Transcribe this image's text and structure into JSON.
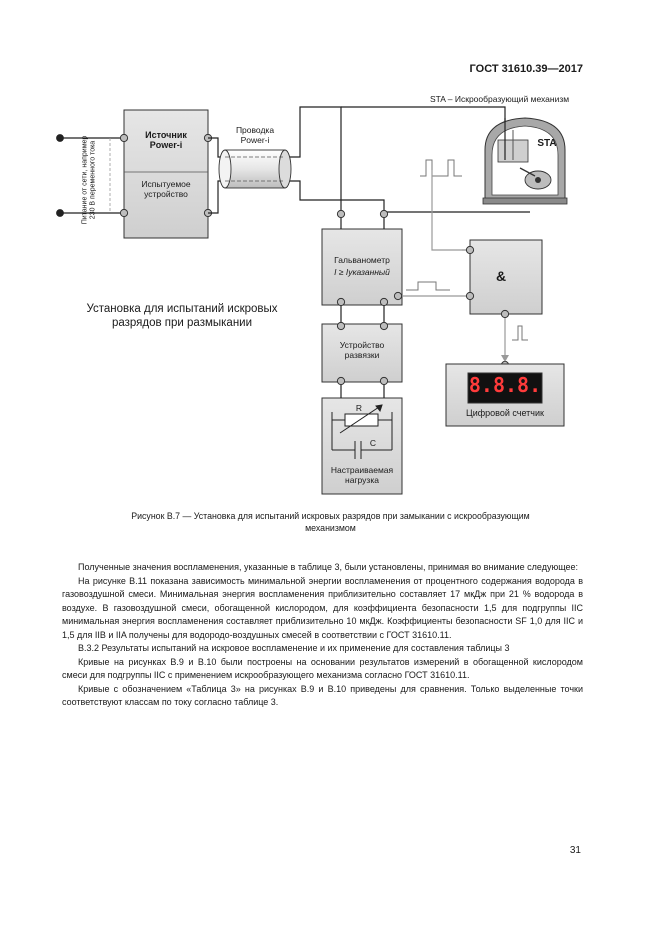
{
  "header": {
    "standard": "ГОСТ 31610.39—2017"
  },
  "diagram": {
    "power_source": "Источник Power-i",
    "device_under_test": "Испытуемое устройство",
    "supply_note": "Питание от сети, например 230 В переменного тока",
    "wiring": "Проводка Power-i",
    "sta_legend": "STA – Искрообразующий механизм",
    "sta_label": "STA",
    "galvanometer": "Гальванометр",
    "galvanometer_formula": "I ≥ Iуказанный",
    "and_gate": "&",
    "decoupling": "Устройство развязки",
    "counter_display": "8.8.8.",
    "counter_label": "Цифровой счетчик",
    "resistor_label": "R",
    "capacitor_label": "C",
    "adjustable_load": "Настраиваемая нагрузка",
    "setup_title": "Установка для испытаний искровых разрядов при размыкании"
  },
  "figure_caption": "Рисунок В.7 — Установка для испытаний искровых разрядов при замыкании с искрообразующим механизмом",
  "paragraphs": [
    "Полученные значения воспламенения, указанные в таблице 3, были установлены, принимая во внимание следующее:",
    "На рисунке В.11 показана зависимость минимальной энергии воспламенения от процентного содержания водорода в газовоздушной смеси. Минимальная энергия воспламенения приблизительно составляет 17 мкДж при 21 % водорода в воздухе. В газовоздушной смеси, обогащенной кислородом, для коэффициента безопасности 1,5 для подгруппы IIC минимальная энергия воспламенения составляет приблизительно 10 мкДж. Коэффициенты безопасности SF 1,0 для IIC и 1,5 для IIB и IIA получены для водородо-воздушных смесей в соответствии с ГОСТ 31610.11.",
    "В.3.2 Результаты испытаний на искровое воспламенение и их применение для составления таблицы 3",
    "Кривые на рисунках В.9 и В.10 были построены на основании результатов измерений в обогащенной кислородом смеси для подгруппы IIC с применением искрообразующего механизма согласно ГОСТ 31610.11.",
    "Кривые с обозначением «Таблица 3» на рисунках В.9 и В.10 приведены для сравнения. Только выделенные точки соответствуют классам по току согласно таблице 3."
  ],
  "page_number": "31"
}
